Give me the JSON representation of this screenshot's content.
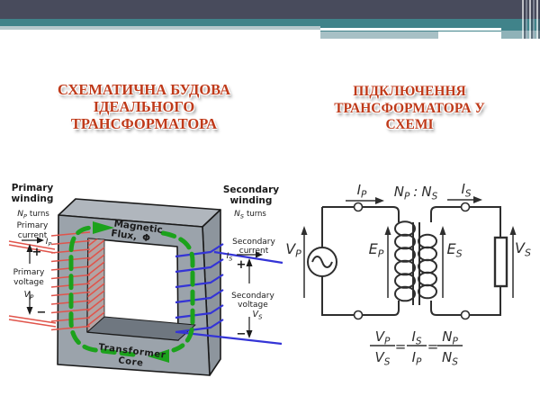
{
  "colors": {
    "header_dark": "#484b5c",
    "header_teal": "#40838a",
    "header_light_band": "#b6c8cd",
    "header_step_light": "#a7c0c5",
    "heading_text": "#bf3a1a",
    "primary_label_red": "#e02b20",
    "winding_red": "#e0544b",
    "secondary_label_blue": "#2b2bd0",
    "winding_blue": "#3434d6",
    "flux_green": "#1ca21c",
    "core_top": "#b0b6bd",
    "core_front": "#9ba3ab",
    "core_side": "#8d959d",
    "core_inner_bottom": "#6f7780",
    "core_inner_hatch_bg": "#b2a4a4",
    "circuit_ink": "#2e2e2e"
  },
  "headings": {
    "left": {
      "lines": [
        "СХЕМАТИЧНА БУДОВА",
        "ІДЕАЛЬНОГО",
        "ТРАНСФОРМАТОРА"
      ]
    },
    "right": {
      "lines": [
        "ПІДКЛЮЧЕННЯ",
        "ТРАНСФОРМАТОРА У",
        "СХЕМІ"
      ]
    }
  },
  "diagram": {
    "primary_winding_1": "Primary",
    "primary_winding_2": "winding",
    "np_main": "N",
    "np_sub": "P",
    "np_suffix": "turns",
    "primary_current_1": "Primary",
    "primary_current_2": "current",
    "ip_main": "I",
    "ip_sub": "P",
    "plus": "+",
    "minus": "−",
    "primary_voltage_1": "Primary",
    "primary_voltage_2": "voltage",
    "vp_main": "V",
    "vp_sub": "P",
    "flux_1": "Magnetic",
    "flux_2": "Flux,",
    "flux_phi": "Φ",
    "secondary_winding_1": "Secondary",
    "secondary_winding_2": "winding",
    "ns_main": "N",
    "ns_sub": "S",
    "ns_suffix": "turns",
    "secondary_current_1": "Secondary",
    "secondary_current_2": "current",
    "is_main": "I",
    "is_sub": "S",
    "secondary_voltage_1": "Secondary",
    "secondary_voltage_2": "voltage",
    "vs_main": "V",
    "vs_sub": "S",
    "core_1": "Transformer",
    "core_2": "Core"
  },
  "circuit": {
    "ip_main": "I",
    "ip_sub": "P",
    "ratio_n1": "N",
    "ratio_s1": "P",
    "ratio_sep": ":",
    "ratio_n2": "N",
    "ratio_s2": "S",
    "is_main": "I",
    "is_sub": "S",
    "vp_main": "V",
    "vp_sub": "P",
    "ep_main": "E",
    "ep_sub": "P",
    "es_main": "E",
    "es_sub": "S",
    "vs_main": "V",
    "vs_sub": "S",
    "eq": "=",
    "f_n1": "V",
    "f_n1s": "P",
    "f_d1": "V",
    "f_d1s": "S",
    "f_n2": "I",
    "f_n2s": "S",
    "f_d2": "I",
    "f_d2s": "P",
    "f_n3": "N",
    "f_n3s": "P",
    "f_d3": "N",
    "f_d3s": "S"
  }
}
